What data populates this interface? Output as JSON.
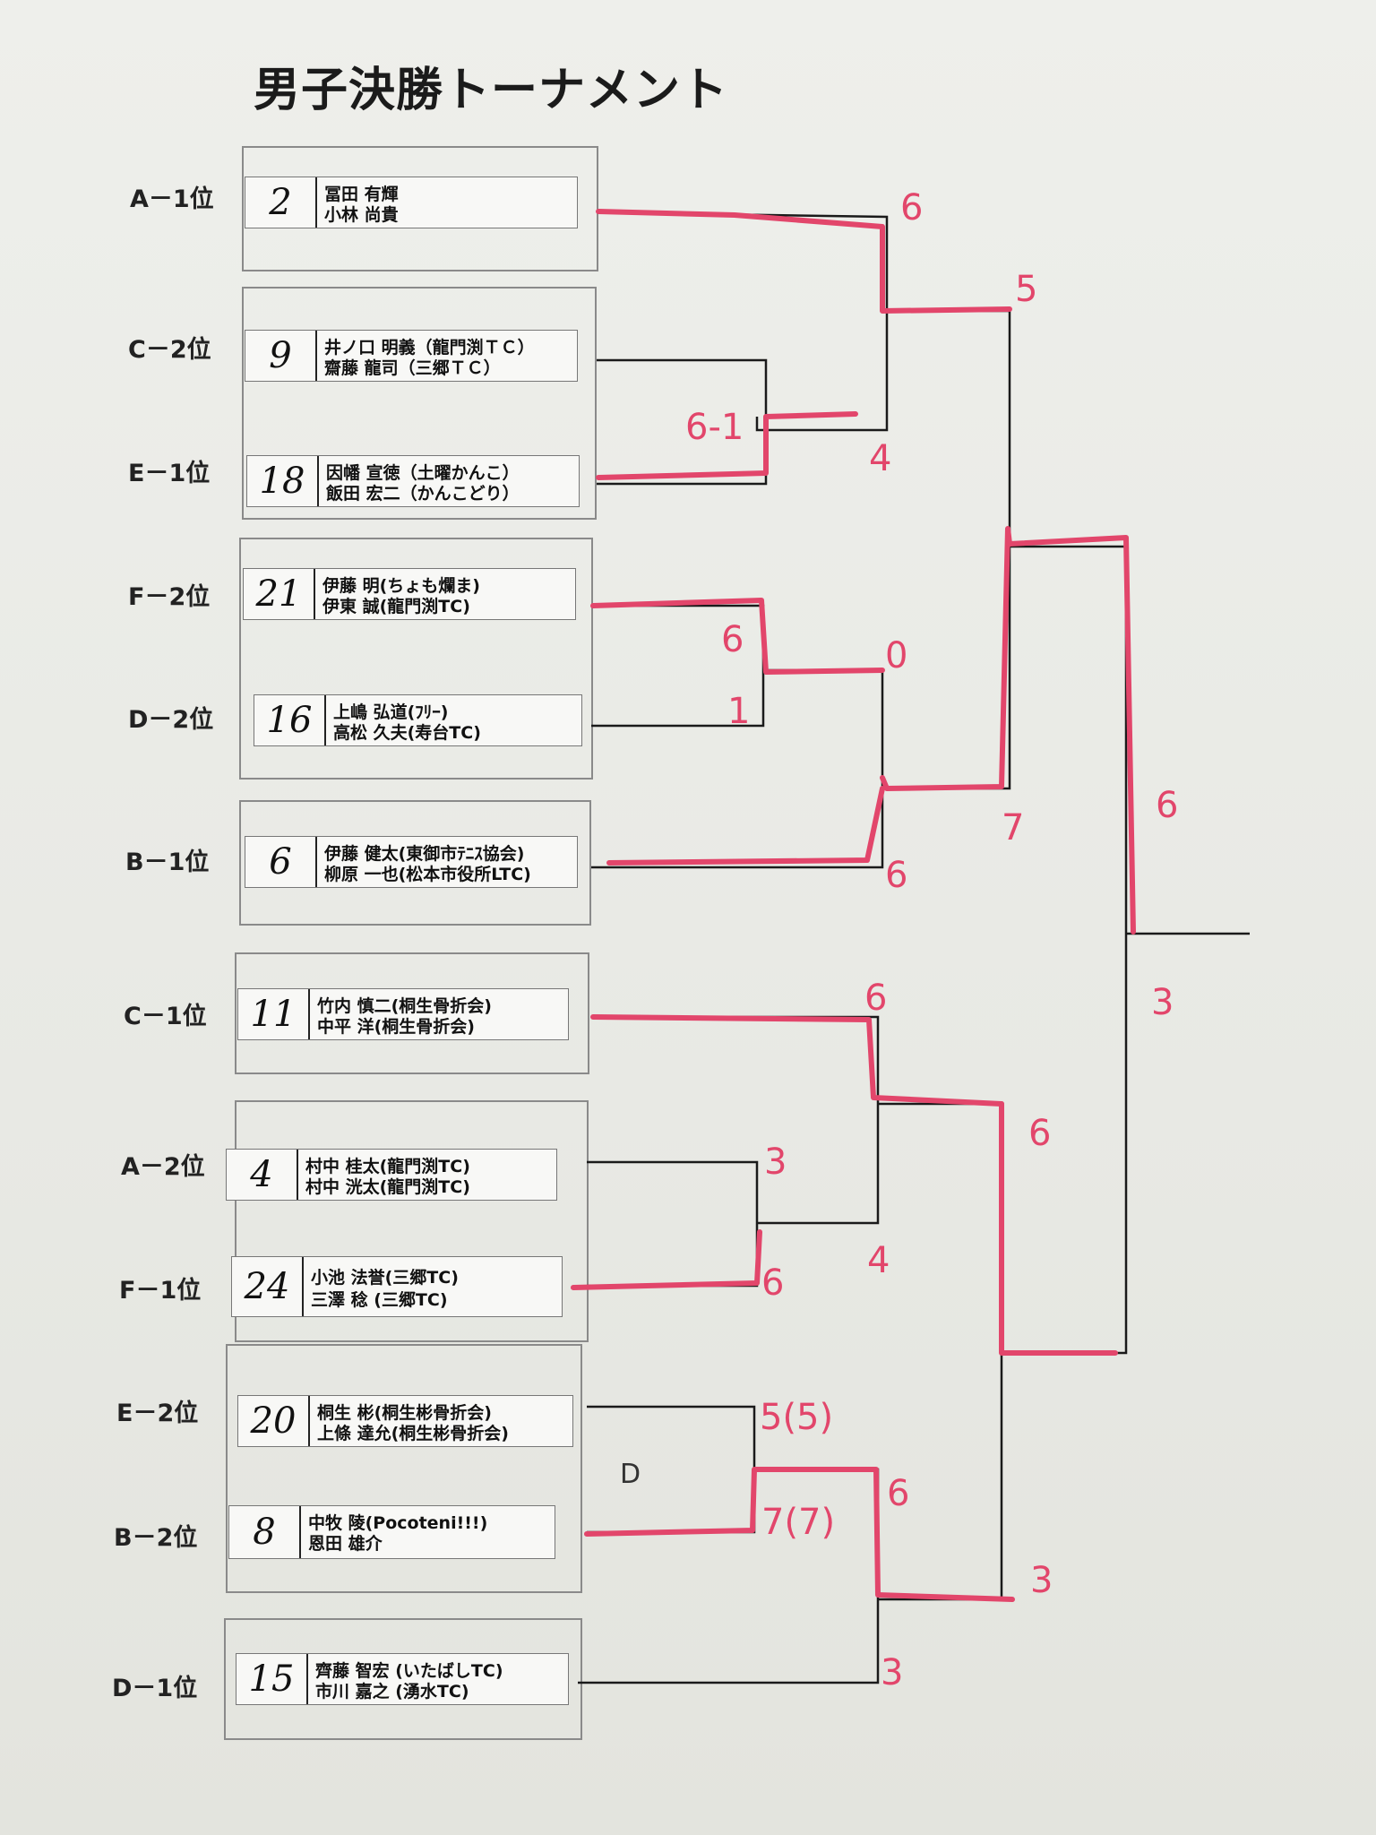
{
  "title": "男子決勝トーナメント",
  "entries": [
    {
      "seed": "A－1位",
      "num": "2",
      "p1": "冨田 有輝",
      "p2": "小林 尚貴"
    },
    {
      "seed": "C－2位",
      "num": "9",
      "p1": "井ノ口 明義（龍門渕ＴＣ）",
      "p2": "齋藤 龍司（三郷ＴＣ）"
    },
    {
      "seed": "E－1位",
      "num": "18",
      "p1": "因幡 宣徳（土曜かんこ）",
      "p2": "飯田 宏二（かんこどり）"
    },
    {
      "seed": "F－2位",
      "num": "21",
      "p1": "伊藤 明(ちょも爛ま)",
      "p2": "伊東 誠(龍門渕TC)"
    },
    {
      "seed": "D－2位",
      "num": "16",
      "p1": "上嶋 弘道(ﾌﾘｰ)",
      "p2": "高松 久夫(寿台TC)"
    },
    {
      "seed": "B－1位",
      "num": "6",
      "p1": "伊藤 健太(東御市ﾃﾆｽ協会)",
      "p2": "柳原 一也(松本市役所LTC)"
    },
    {
      "seed": "C－1位",
      "num": "11",
      "p1": "竹内 慎二(桐生骨折会)",
      "p2": "中平 洋(桐生骨折会)"
    },
    {
      "seed": "A－2位",
      "num": "4",
      "p1": "村中 桂太(龍門渕TC)",
      "p2": "村中 洸太(龍門渕TC)"
    },
    {
      "seed": "F－1位",
      "num": "24",
      "p1": "小池 法誉(三郷TC)",
      "p2": "三澤 稔 (三郷TC)"
    },
    {
      "seed": "E－2位",
      "num": "20",
      "p1": "桐生 彬(桐生彬骨折会)",
      "p2": "上條 達允(桐生彬骨折会)"
    },
    {
      "seed": "B－2位",
      "num": "8",
      "p1": "中牧 陵(Pocoteni!!!)",
      "p2": "恩田 雄介"
    },
    {
      "seed": "D－1位",
      "num": "15",
      "p1": "齊藤 智宏 (いたばしTC)",
      "p2": "市川 嘉之 (湧水TC)"
    }
  ],
  "scores": [
    "6",
    "5",
    "6-1",
    "4",
    "6",
    "1",
    "0",
    "7",
    "6",
    "6",
    "3",
    "6",
    "3",
    "6",
    "4",
    "6",
    "5(5)",
    "7(7)",
    "6",
    "3",
    "3",
    "D"
  ],
  "colors": {
    "ink": "#e2466b",
    "line": "#1a1a1a"
  }
}
